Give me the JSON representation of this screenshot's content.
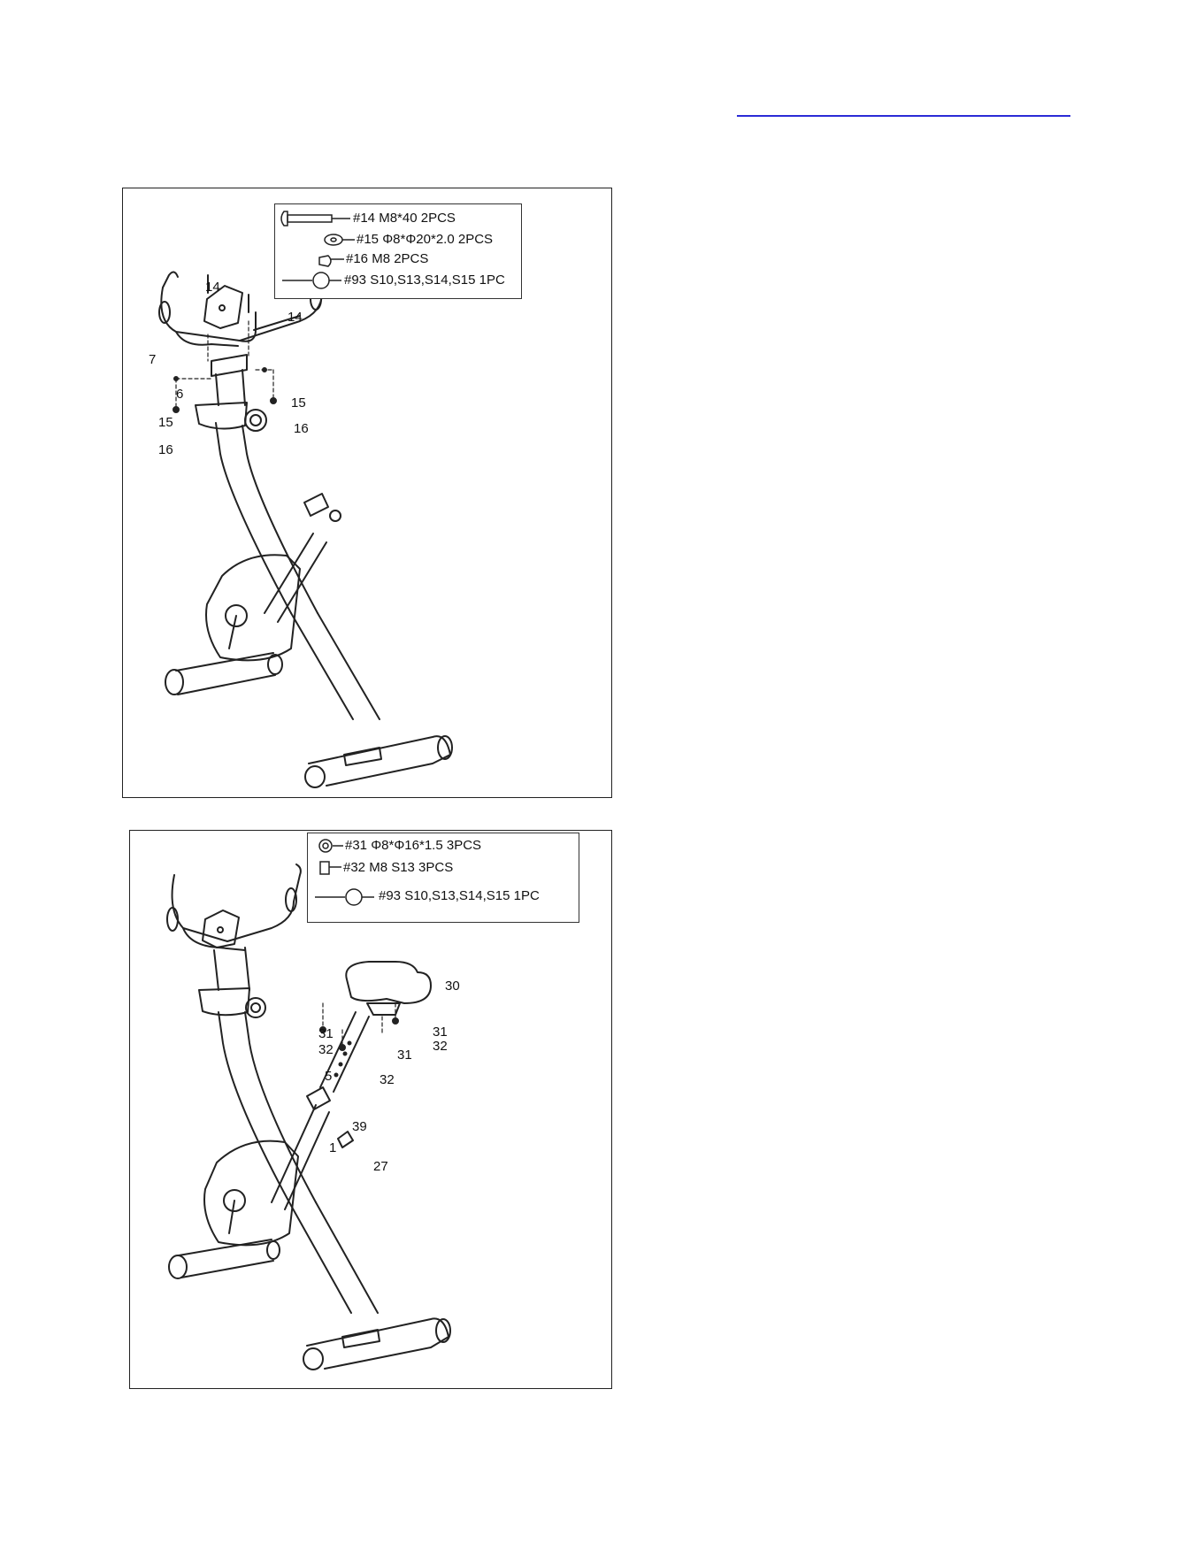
{
  "assembly_1": {
    "legend": [
      {
        "code": "#14 M8*40 2PCS",
        "icon": "carriage-bolt-icon"
      },
      {
        "code": "#15  Φ8*Φ20*2.0  2PCS",
        "icon": "washer-icon"
      },
      {
        "code": "#16 M8  2PCS",
        "icon": "cap-nut-icon"
      },
      {
        "code": "#93 S10,S13,S14,S15  1PC",
        "icon": "wrench-icon"
      }
    ],
    "callouts": {
      "c14a": "14",
      "c14b": "14",
      "c7": "7",
      "c6": "6",
      "c15a": "15",
      "c15b": "15",
      "c16a": "16",
      "c16b": "16"
    }
  },
  "assembly_2": {
    "legend": [
      {
        "code": "#31 Φ8*Φ16*1.5  3PCS",
        "icon": "washer-icon"
      },
      {
        "code": "#32 M8 S13 3PCS",
        "icon": "hex-nut-icon"
      },
      {
        "code": "#93 S10,S13,S14,S15  1PC",
        "icon": "wrench-icon"
      }
    ],
    "callouts": {
      "c30": "30",
      "c31a": "31",
      "c32a": "32",
      "c31b": "31",
      "c32b": "32",
      "c31c": "31",
      "c5": "5",
      "c32c": "32",
      "c39": "39",
      "c1": "1",
      "c27": "27"
    }
  },
  "colors": {
    "link_underline": "#2b2bd6",
    "line": "#222222"
  }
}
